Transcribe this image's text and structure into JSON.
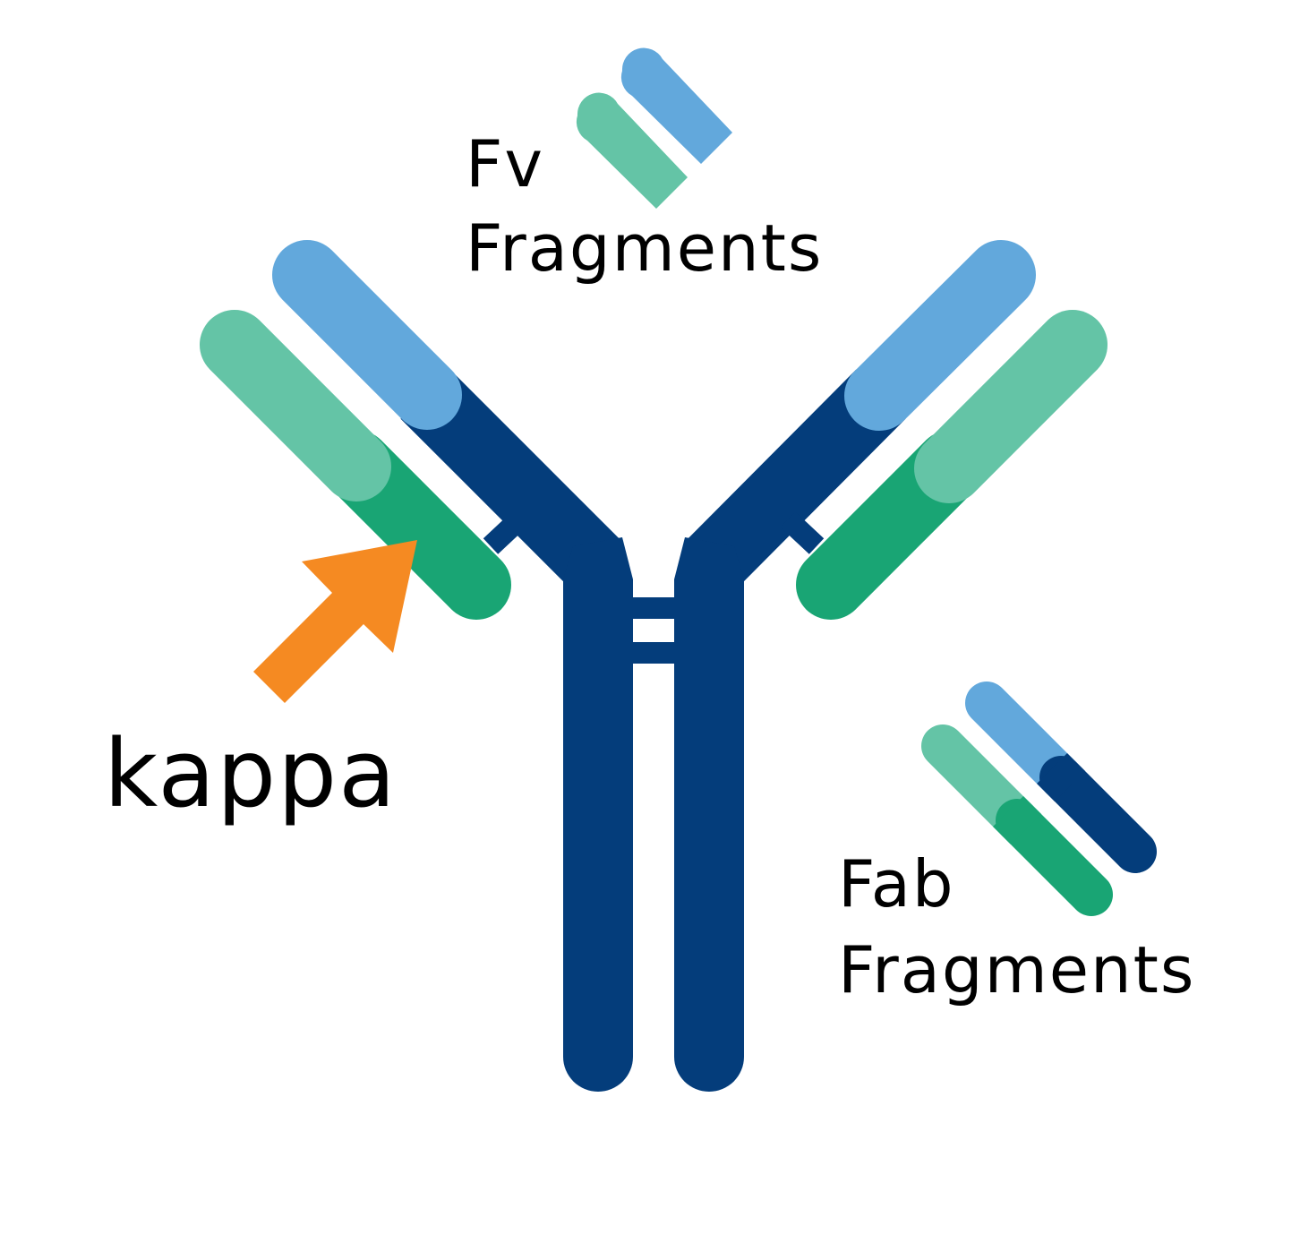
{
  "labels": {
    "fv_line1": "Fv",
    "fv_line2": "Fragments",
    "fab_line1": "Fab",
    "fab_line2": "Fragments",
    "kappa": "kappa"
  },
  "colors": {
    "heavy_variable": "#62a8dc",
    "heavy_constant": "#043d7b",
    "light_variable": "#64c4a6",
    "light_constant": "#19a574",
    "arrow": "#f58a22",
    "text": "#000000",
    "background": "#ffffff"
  }
}
